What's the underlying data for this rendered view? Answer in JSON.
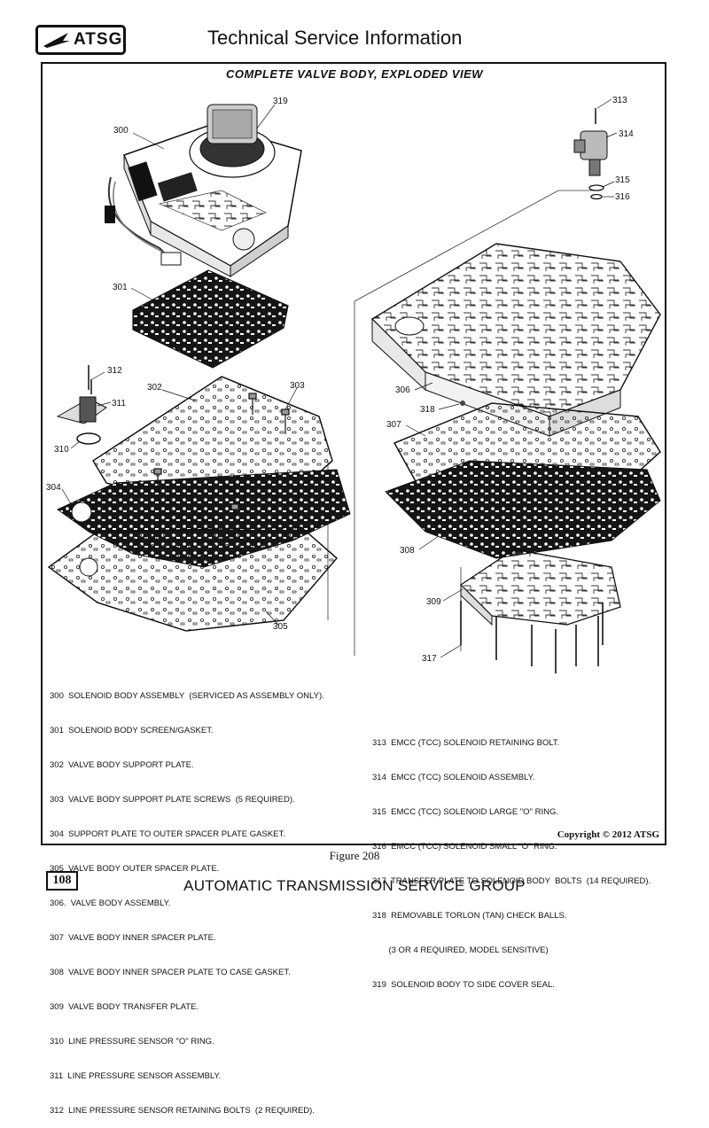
{
  "header": {
    "logo_text": "ATSG",
    "title": "Technical Service Information"
  },
  "diagram": {
    "title": "COMPLETE VALVE BODY, EXPLODED VIEW",
    "callouts": {
      "c300": "300",
      "c301": "301",
      "c302": "302",
      "c303": "303",
      "c304": "304",
      "c305": "305",
      "c306": "306",
      "c307": "307",
      "c308": "308",
      "c309": "309",
      "c310": "310",
      "c311": "311",
      "c312": "312",
      "c313": "313",
      "c314": "314",
      "c315": "315",
      "c316": "316",
      "c317": "317",
      "c318": "318",
      "c319": "319"
    }
  },
  "legend": {
    "left": [
      "300  SOLENOID BODY ASSEMBLY  (SERVICED AS ASSEMBLY ONLY).",
      "301  SOLENOID BODY SCREEN/GASKET.",
      "302  VALVE BODY SUPPORT PLATE.",
      "303  VALVE BODY SUPPORT PLATE SCREWS  (5 REQUIRED).",
      "304  SUPPORT PLATE TO OUTER SPACER PLATE GASKET.",
      "305  VALVE BODY OUTER SPACER PLATE.",
      "306.  VALVE BODY ASSEMBLY.",
      "307  VALVE BODY INNER SPACER PLATE.",
      "308  VALVE BODY INNER SPACER PLATE TO CASE GASKET.",
      "309  VALVE BODY TRANSFER PLATE.",
      "310  LINE PRESSURE SENSOR \"O\" RING.",
      "311  LINE PRESSURE SENSOR ASSEMBLY.",
      "312  LINE PRESSURE SENSOR RETAINING BOLTS  (2 REQUIRED)."
    ],
    "right": [
      "313  EMCC (TCC) SOLENOID RETAINING BOLT.",
      "314  EMCC (TCC) SOLENOID ASSEMBLY.",
      "315  EMCC (TCC) SOLENOID LARGE \"O\" RING.",
      "316  EMCC (TCC) SOLENOID SMALL \"O\" RING.",
      "317  TRANSFER PLATE TO SOLENOID BODY  BOLTS  (14 REQUIRED).",
      "318  REMOVABLE TORLON (TAN) CHECK BALLS.",
      "       (3 OR 4 REQUIRED, MODEL SENSITIVE)",
      "319  SOLENOID BODY TO SIDE COVER SEAL."
    ]
  },
  "copyright": "Copyright © 2012 ATSG",
  "figure_caption": "Figure 208",
  "footer": {
    "page_number": "108",
    "title": "AUTOMATIC TRANSMISSION SERVICE GROUP"
  }
}
